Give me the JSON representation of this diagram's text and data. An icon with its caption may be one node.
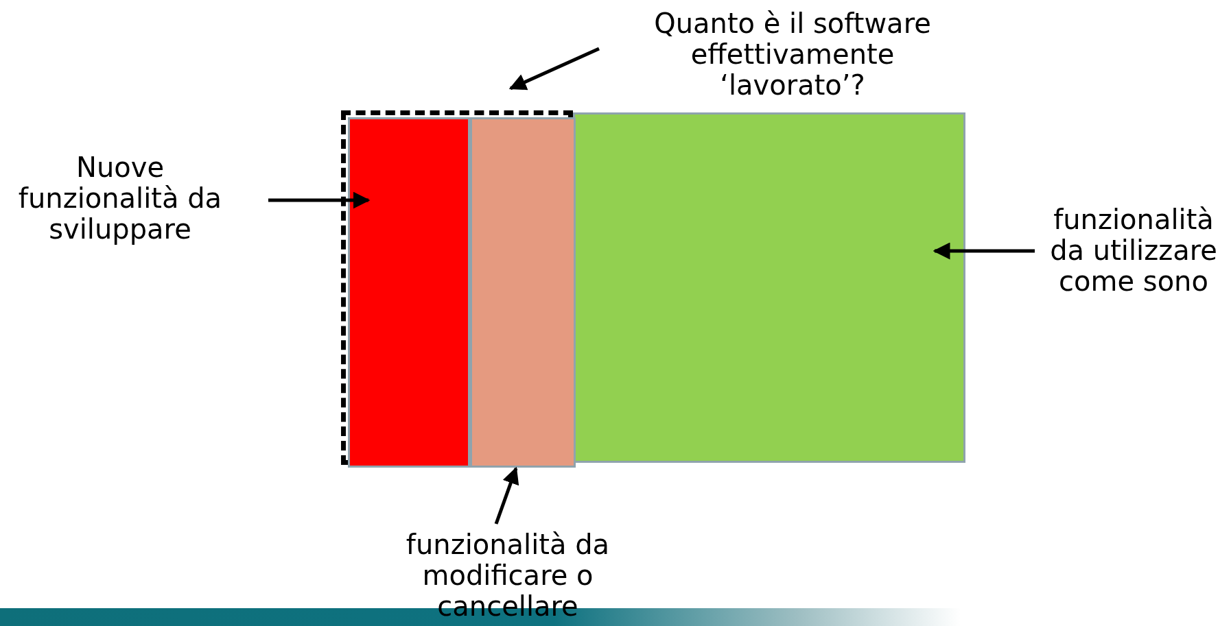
{
  "diagram": {
    "nodes": [
      {
        "text": [
          "Quanto è il software effettivamente ‘lavorato’?"
        ]
      },
      {
        "text": [],
        "shape": "box"
      },
      {
        "text": [],
        "shape": "box",
        "in": 1
      },
      {
        "text": [],
        "shape": "box",
        "in": 1
      },
      {
        "text": [],
        "shape": "box"
      },
      {
        "text": [
          "Nuove funzionalità da sviluppare"
        ]
      },
      {
        "text": [
          "funzionalità da utilizzare come sono"
        ]
      },
      {
        "text": [
          "funzionalità da modificare o cancellare"
        ]
      }
    ],
    "edges": [
      {
        "from": 0,
        "to": 1,
        "arrow": "to"
      },
      {
        "from": 5,
        "to": 2,
        "arrow": "to"
      },
      {
        "from": 6,
        "to": 4,
        "arrow": "to"
      },
      {
        "from": 7,
        "to": 3,
        "arrow": "to"
      }
    ]
  }
}
